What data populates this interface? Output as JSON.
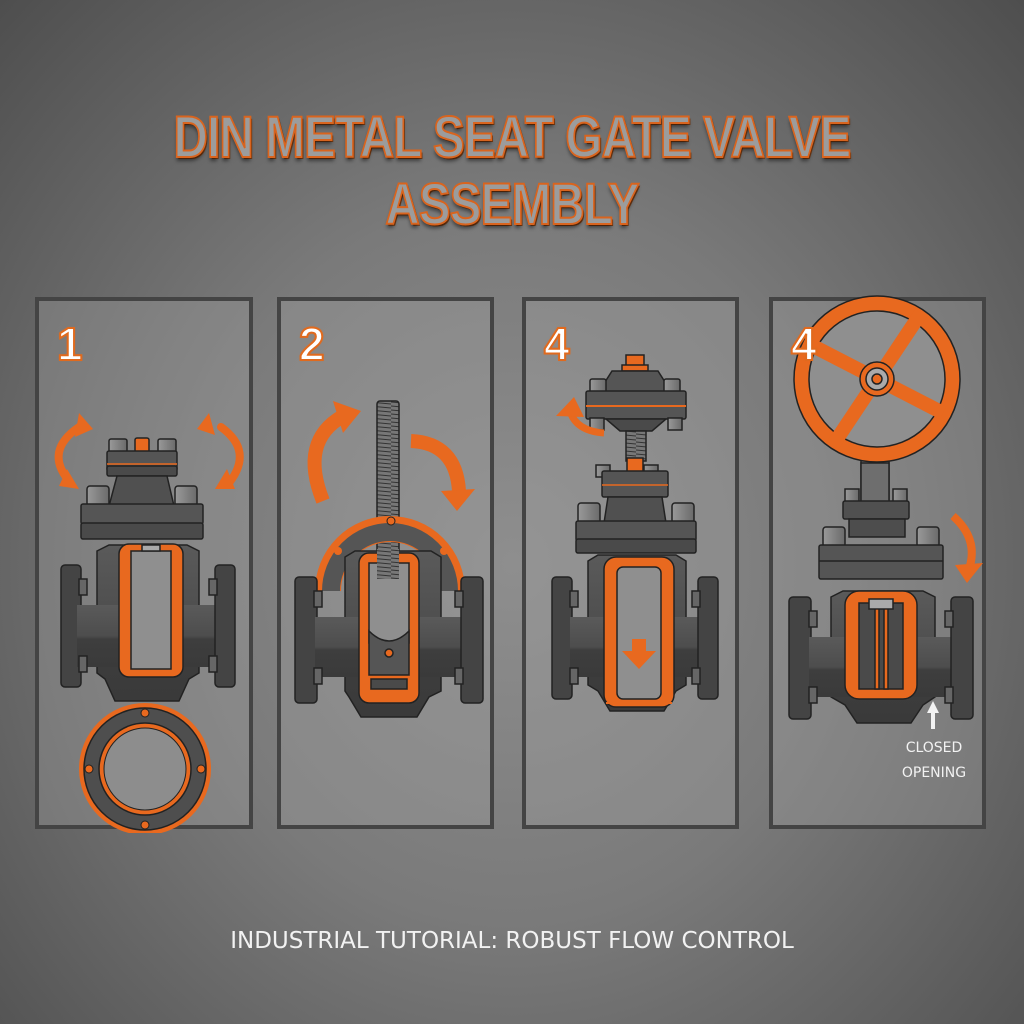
{
  "title": "DIN METAL SEAT GATE VALVE ASSEMBLY",
  "caption": "INDUSTRIAL TUTORIAL: ROBUST FLOW CONTROL",
  "colors": {
    "accent_orange": "#e8691f",
    "valve_body": "#4a4a4a",
    "panel_border": "#444444",
    "background": "#7a7a7a"
  },
  "steps": [
    {
      "number": "1",
      "description_icons": [
        "rotate-arrows-icon",
        "valve-body-icon",
        "gasket-ring-icon"
      ]
    },
    {
      "number": "2",
      "description_icons": [
        "threaded-stem-icon",
        "rotate-arrows-icon",
        "yoke-icon",
        "valve-body-icon"
      ]
    },
    {
      "number": "4",
      "description_icons": [
        "bonnet-icon",
        "curved-arrow-icon",
        "valve-body-icon",
        "down-arrow-icon"
      ]
    },
    {
      "number": "4",
      "description_icons": [
        "handwheel-icon",
        "curved-arrow-icon",
        "valve-body-icon",
        "up-arrow-icon"
      ]
    }
  ],
  "annotation": {
    "line1": "CLOSED",
    "line2": "OPENING"
  }
}
